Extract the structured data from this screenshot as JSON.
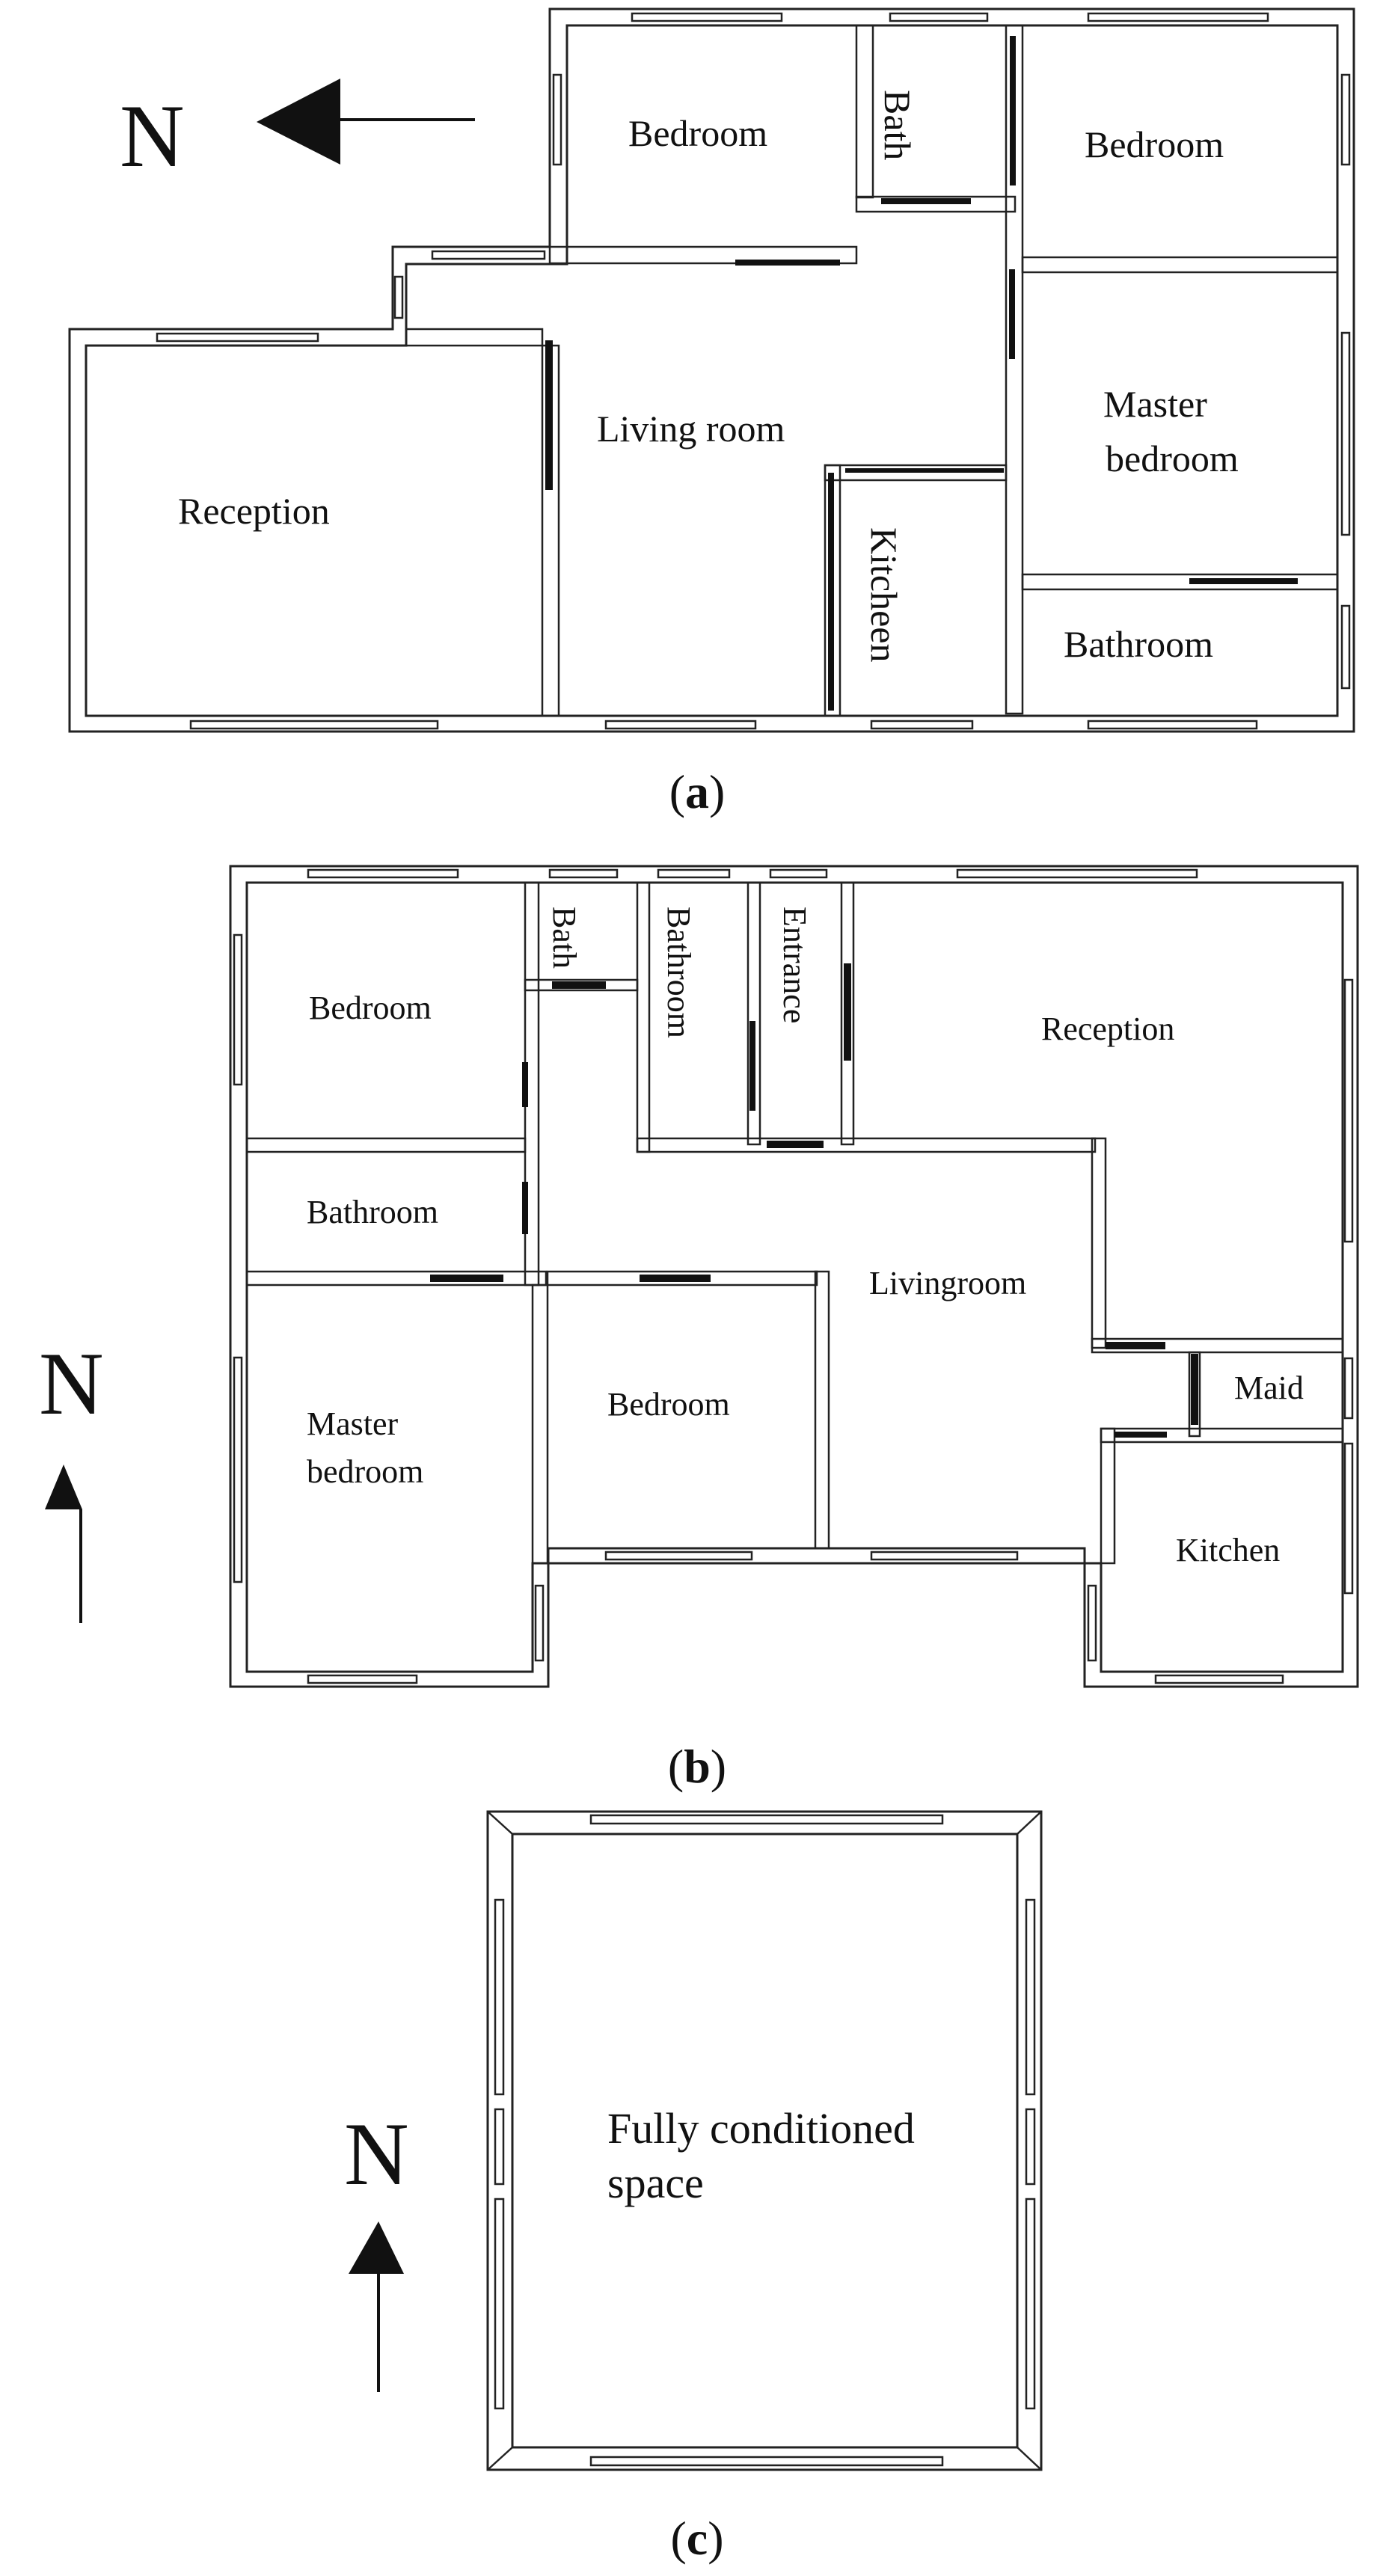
{
  "plans": {
    "a": {
      "caption": "a",
      "north": "N",
      "rooms": {
        "bedroom_left": "Bedroom",
        "bath": "Bath",
        "bedroom_right": "Bedroom",
        "living": "Living room",
        "reception": "Reception",
        "master_1": "Master",
        "master_2": "bedroom",
        "kitchen": "Kitcheen",
        "bathroom": "Bathroom"
      }
    },
    "b": {
      "caption": "b",
      "north": "N",
      "rooms": {
        "bedroom_top": "Bedroom",
        "bath": "Bath",
        "bathroom_v": "Bathroom",
        "entrance": "Entrance",
        "reception": "Reception",
        "bathroom_h": "Bathroom",
        "living": "Livingroom",
        "master_1": "Master",
        "master_2": "bedroom",
        "bedroom_mid": "Bedroom",
        "maid": "Maid",
        "kitchen": "Kitchen"
      }
    },
    "c": {
      "caption": "c",
      "north": "N",
      "rooms": {
        "space_1": "Fully conditioned",
        "space_2": "space"
      }
    }
  }
}
